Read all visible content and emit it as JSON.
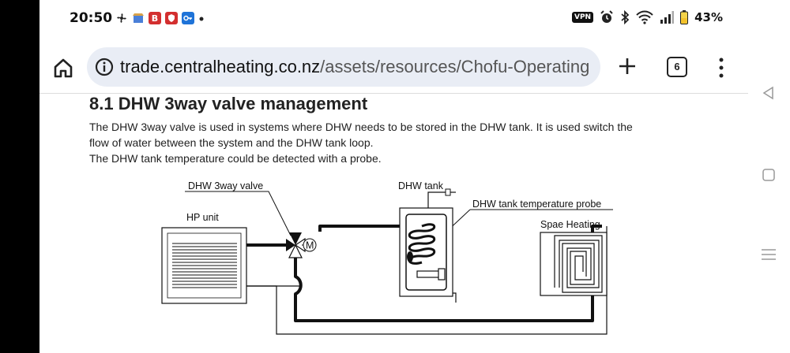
{
  "status_bar": {
    "time": "20:50",
    "app_badge_b": "B",
    "vpn_label": "VPN",
    "battery": "43%"
  },
  "browser": {
    "url_host": "trade.centralheating.co.nz",
    "url_path": "/assets/resources/Chofu-Operating",
    "tab_count": "6"
  },
  "document": {
    "section_title": "8.1  DHW 3way valve management",
    "paragraph_line1": "The DHW 3way valve is used in systems where DHW needs to be stored in the DHW tank. It is used switch the",
    "paragraph_line2": "flow of water between the system and the DHW tank loop.",
    "paragraph_line3": "The DHW tank temperature could be detected with a probe.",
    "diagram": {
      "label_valve": "DHW 3way valve",
      "label_tank": "DHW tank",
      "label_probe": "DHW tank temperature probe",
      "label_hp_unit": "HP unit",
      "label_heating": "Spae Heating",
      "label_motor": "M"
    }
  },
  "colors": {
    "omnibox_bg": "#e9edf5",
    "badge_red": "#d32f2f",
    "badge_blue": "#1e73d8"
  }
}
